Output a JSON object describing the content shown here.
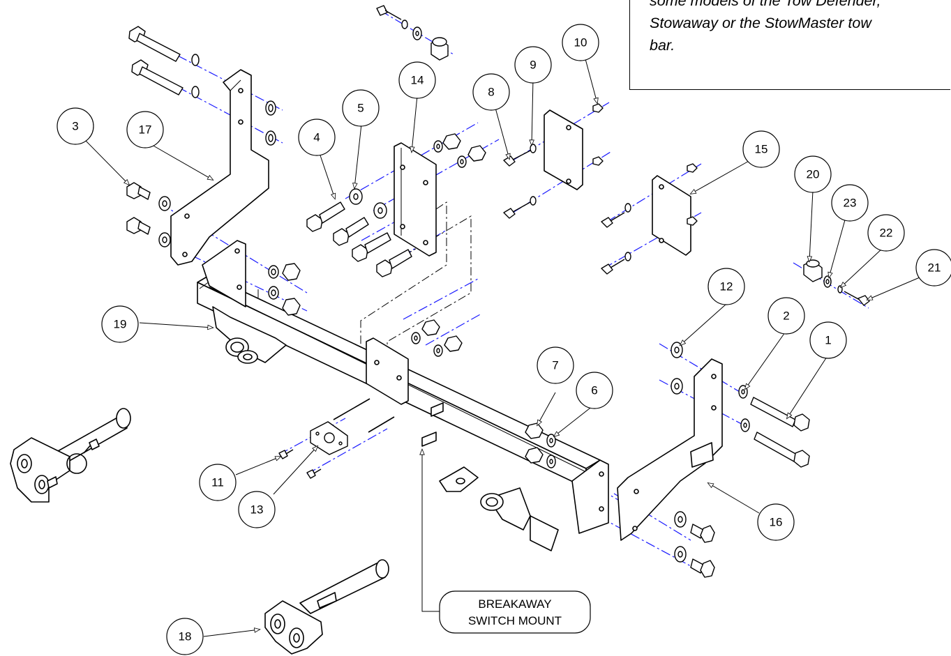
{
  "note": {
    "lines": [
      "some models of the Tow Defender,",
      "Stowaway or the StowMaster tow",
      "bar."
    ]
  },
  "callouts": [
    "1",
    "2",
    "3",
    "4",
    "5",
    "6",
    "7",
    "8",
    "9",
    "10",
    "11",
    "12",
    "13",
    "14",
    "15",
    "16",
    "17",
    "18",
    "19",
    "20",
    "21",
    "22",
    "23"
  ],
  "breakaway_label": {
    "line1": "BREAKAWAY",
    "line2": "SWITCH MOUNT"
  },
  "colors": {
    "line": "#000000",
    "centerline": "#1a1aff",
    "background": "#ffffff"
  }
}
